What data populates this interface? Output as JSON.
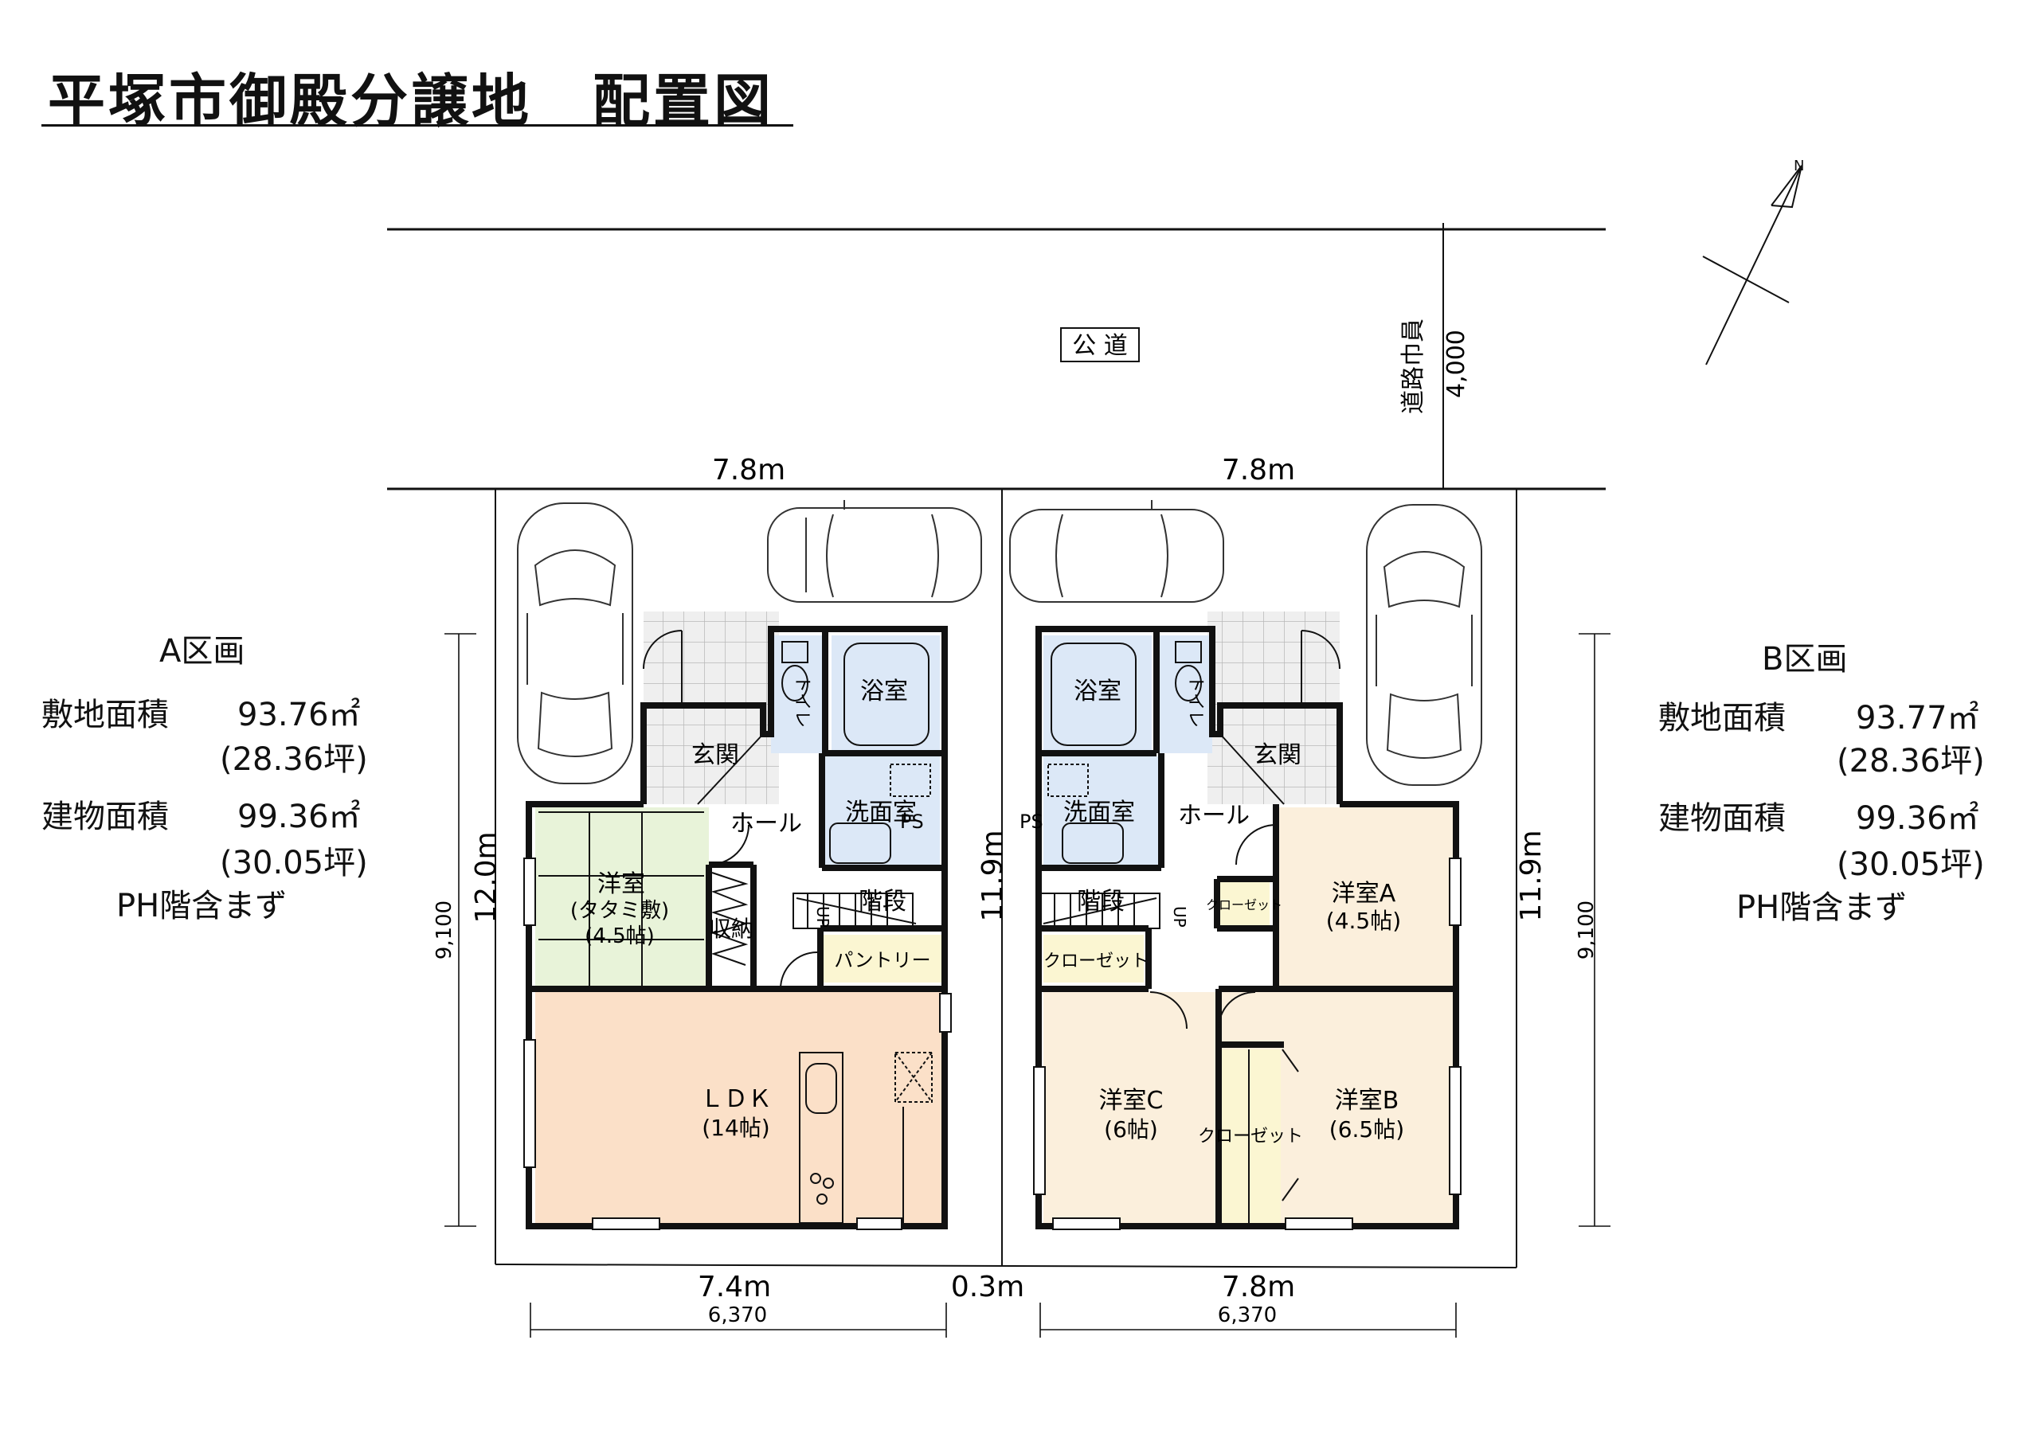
{
  "title": "平塚市御殿分譲地　配置図",
  "road": {
    "label": "公 道",
    "width_label": "道路巾員",
    "width_value": "4,000"
  },
  "compass": {
    "north": "N"
  },
  "lot_a": {
    "name": "A区画",
    "site_area_label": "敷地面積",
    "site_area_value": "93.76㎡",
    "site_area_tsubo": "(28.36坪)",
    "building_area_label": "建物面積",
    "building_area_value": "99.36㎡",
    "building_area_tsubo": "(30.05坪)",
    "note": "PH階含まず",
    "frontage": "7.8m",
    "depth": "12.0m",
    "rear": "7.4m",
    "building_width": "6,370",
    "building_depth": "9,100",
    "rooms": {
      "genkan": "玄関",
      "toilet": "トイレ",
      "bath": "浴室",
      "washroom": "洗面室",
      "hall": "ホール",
      "washitsu_1": "洋室",
      "washitsu_2": "(タタミ敷)",
      "washitsu_3": "(4.5帖)",
      "storage": "収納",
      "stairs": "階段",
      "pantry": "パントリー",
      "ldk_1": "ＬＤＫ",
      "ldk_2": "(14帖)",
      "ps": "PS",
      "up": "UP"
    }
  },
  "lot_b": {
    "name": "B区画",
    "site_area_label": "敷地面積",
    "site_area_value": "93.77㎡",
    "site_area_tsubo": "(28.36坪)",
    "building_area_label": "建物面積",
    "building_area_value": "99.36㎡",
    "building_area_tsubo": "(30.05坪)",
    "note": "PH階含まず",
    "frontage": "7.8m",
    "depth_left": "11.9m",
    "depth_right": "11.9m",
    "rear": "7.8m",
    "building_width": "6,370",
    "building_depth": "9,100",
    "rooms": {
      "bath": "浴室",
      "toilet": "トイレ",
      "genkan": "玄関",
      "washroom": "洗面室",
      "hall": "ホール",
      "ps": "PS",
      "stairs": "階段",
      "up": "UP",
      "closet_small": "クローゼット",
      "room_a_1": "洋室A",
      "room_a_2": "(4.5帖)",
      "closet_1": "クローゼット",
      "closet_2": "クローゼット",
      "room_b_1": "洋室B",
      "room_b_2": "(6.5帖)",
      "room_c_1": "洋室C",
      "room_c_2": "(6帖)"
    }
  },
  "gap_label": "0.3m",
  "colors": {
    "line": "#111111",
    "bath_blue": "#dce8f7",
    "tatami_green": "#e8f3d9",
    "ldk_peach": "#fbe0c8",
    "bedroom_beige": "#fbefdc",
    "pantry_yellow": "#fbf6d2",
    "tile_gray": "#eeeeee"
  }
}
